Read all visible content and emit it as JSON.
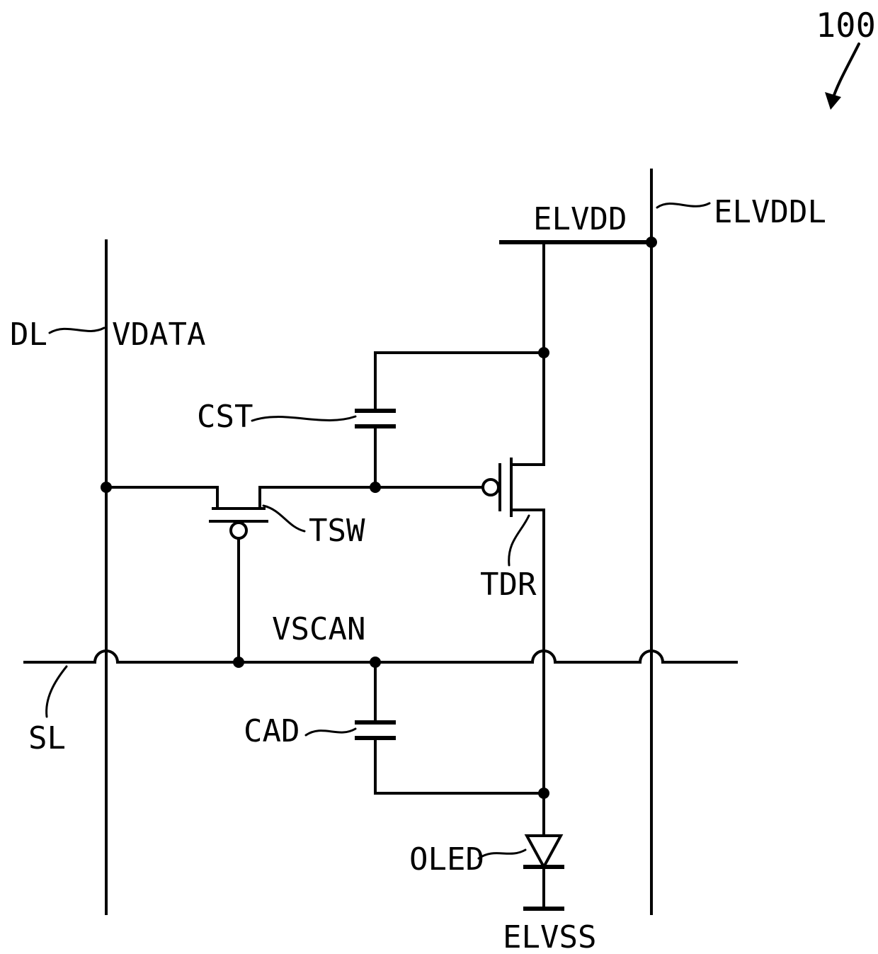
{
  "figure": {
    "reference_number": "100",
    "labels": {
      "elvdd": "ELVDD",
      "elvddl": "ELVDDL",
      "dl": "DL",
      "vdata": "VDATA",
      "cst": "CST",
      "tsw": "TSW",
      "tdr": "TDR",
      "vscan": "VSCAN",
      "sl": "SL",
      "cad": "CAD",
      "oled": "OLED",
      "elvss": "ELVSS"
    },
    "colors": {
      "line": "#000000",
      "background": "#ffffff"
    }
  }
}
